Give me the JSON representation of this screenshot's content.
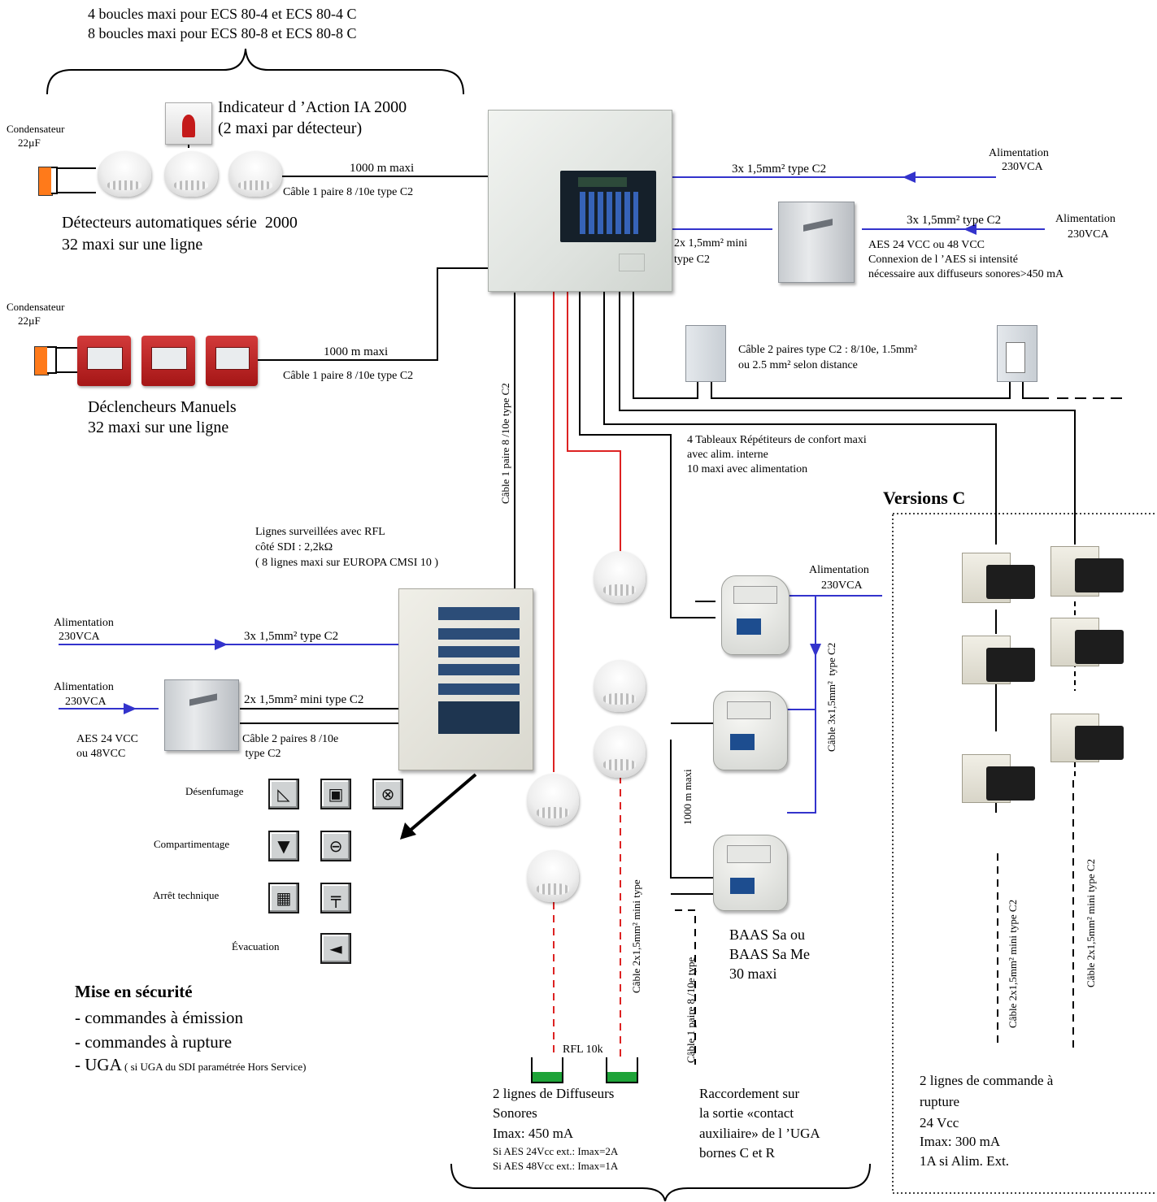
{
  "colors": {
    "cable_blue": "#3333cc",
    "cable_red": "#dd2222",
    "cable_black": "#000000",
    "capacitor": "#ff7a1a",
    "eol_green": "#1ea338"
  },
  "header": {
    "line1": "4 boucles maxi pour ECS 80-4 et ECS 80-4 C",
    "line2": "8 boucles maxi pour ECS 80-8 et ECS 80-8 C"
  },
  "detectors": {
    "cap_label1": "Condensateur",
    "cap_label2": "22µF",
    "ia_line1": "Indicateur d ’Action IA 2000",
    "ia_line2": "(2 maxi par détecteur)",
    "dist": "1000 m maxi",
    "cable": "Câble 1 paire 8 /10e type C2",
    "label1": "Détecteurs automatiques série  2000",
    "label2": "32 maxi sur une ligne"
  },
  "manual": {
    "cap_label1": "Condensateur",
    "cap_label2": "22µF",
    "dist": "1000 m maxi",
    "cable": "Câble 1 paire 8 /10e type C2",
    "label1": "Déclencheurs Manuels",
    "label2": "32 maxi sur une ligne"
  },
  "power_top": {
    "cable1": "3x 1,5mm² type C2",
    "supply1a": "Alimentation",
    "supply1b": "230VCA",
    "cable2a": "2x 1,5mm² mini",
    "cable2b": "type C2",
    "cable3": "3x 1,5mm² type C2",
    "supply2a": "Alimentation",
    "supply2b": "230VCA",
    "aes1": "AES 24 VCC ou 48 VCC",
    "aes2": "Connexion de l ’AES si intensité",
    "aes3": "nécessaire aux diffuseurs sonores>450 mA"
  },
  "repeaters": {
    "cable1": "Câble 2 paires type C2 : 8/10e, 1.5mm²",
    "cable2": "ou 2.5 mm² selon distance",
    "note1": "4 Tableaux Répétiteurs de confort maxi",
    "note2": "avec alim. interne",
    "note3": "10 maxi avec alimentation"
  },
  "versions_c": {
    "title": "Versions C",
    "cable_left": "Câble 2x1,5mm² mini type C2",
    "cable_right": "Câble 2x1,5mm² mini type C2",
    "label1": "2 lignes de commande à",
    "label2": "rupture",
    "label3": "24 Vcc",
    "label4": "Imax: 300 mA",
    "label5": "1A si Alim. Ext."
  },
  "cmsi": {
    "link_cable": "Câble 1 paire 8 /10e type C2",
    "lines1": "Lignes surveillées avec RFL",
    "lines2": "côté SDI : 2,2kΩ",
    "lines3": "( 8 lignes maxi sur EUROPA CMSI 10 )",
    "supply1a": "Alimentation",
    "supply1b": "230VCA",
    "cable1": "3x 1,5mm² type C2",
    "supply2a": "Alimentation",
    "supply2b": "230VCA",
    "cable2": "2x 1,5mm² mini type C2",
    "cable3a": "Câble 2 paires 8 /10e",
    "cable3b": " type C2",
    "aes1": "AES 24 VCC",
    "aes2": "ou 48VCC"
  },
  "safety": {
    "row1": "Désenfumage",
    "row2": "Compartimentage",
    "row3": "Arrêt technique",
    "row4": "Évacuation",
    "icons": [
      "smoke-vent-icon",
      "exhaust-icon",
      "fan-icon",
      "fire-door-icon",
      "damper-icon",
      "technical-stop-icon",
      "valve-icon",
      "sounder-icon"
    ],
    "title": "Mise en sécurité",
    "item1": "- commandes à émission",
    "item2": "- commandes à rupture",
    "item3_main": "- UGA",
    "item3_note": " ( si UGA du SDI paramétrée Hors Service)"
  },
  "sounders": {
    "cable": "Câble 2x1,5mm² mini type",
    "rfl": "RFL 10k",
    "label1": "2 lignes de Diffuseurs",
    "label2": "Sonores",
    "label3": "Imax: 450 mA",
    "label4": "Si AES 24Vcc ext.: Imax=2A",
    "label5": "Si AES 48Vcc ext.: Imax=1A"
  },
  "baas": {
    "supply_a": "Alimentation",
    "supply_b": "230VCA",
    "cable_power": "Câble 3x1,5mm²  type C2",
    "dist": "1000 m maxi",
    "cable_link": "Câble 1 paire 8 /10e type",
    "label1": "BAAS Sa ou",
    "label2": "BAAS Sa Me",
    "label3": "30 maxi",
    "aux1": "Raccordement sur",
    "aux2": "la sortie «contact",
    "aux3": "auxiliaire» de l ’UGA",
    "aux4": "bornes C et R"
  }
}
